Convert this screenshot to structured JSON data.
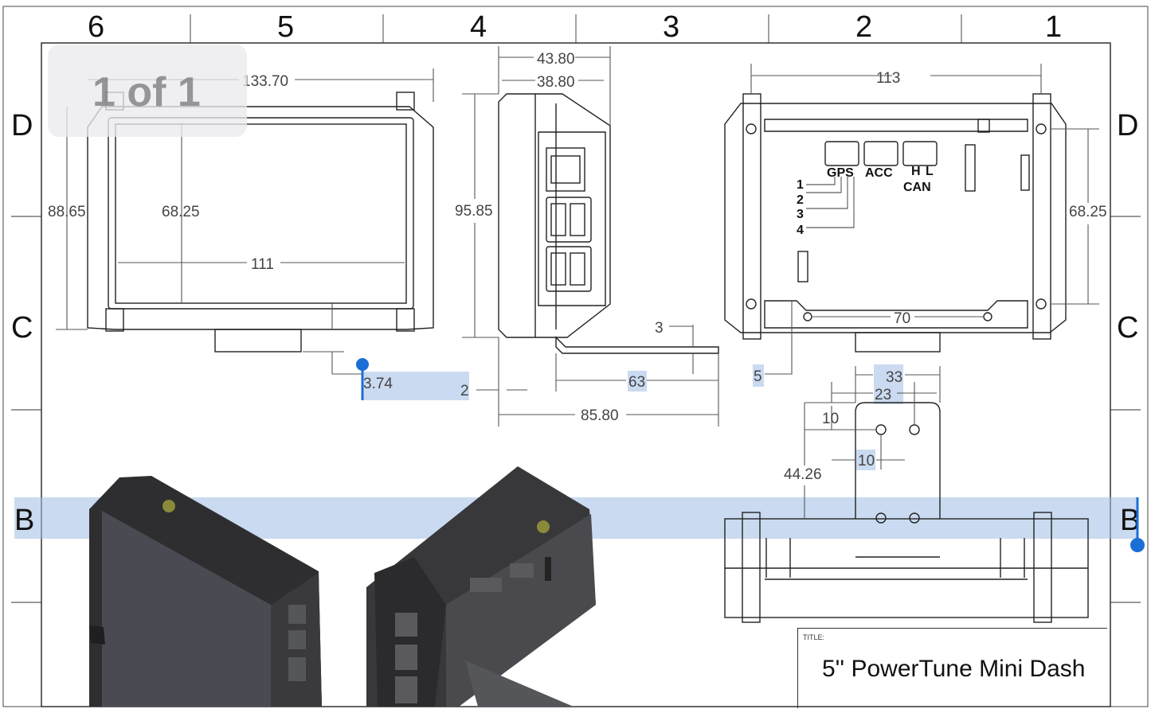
{
  "page_indicator": "1 of 1",
  "zones": {
    "columns": [
      "6",
      "5",
      "4",
      "3",
      "2",
      "1"
    ],
    "rows": [
      "D",
      "C",
      "B"
    ]
  },
  "dimensions": {
    "front_width": "133.70",
    "front_height": "88.65",
    "screen_height": "68.25",
    "screen_width": "111",
    "bracket_offset": "3.74",
    "gap_small": "2",
    "side_depth_1": "43.80",
    "side_depth_2": "38.80",
    "side_height": "95.85",
    "bracket_thickness": "3",
    "bracket_length": "63",
    "total_depth": "85.80",
    "rear_width": "113",
    "rear_height": "68.25",
    "hole_spacing": "70",
    "offset_5": "5",
    "bracket_width": "33",
    "hole_span": "23",
    "hole_edge": "10",
    "hole_pitch": "10",
    "bracket_height": "44.26"
  },
  "connector_labels": {
    "gps": "GPS",
    "acc": "ACC",
    "can": "CAN",
    "h": "H",
    "l": "L",
    "pins": [
      "1",
      "2",
      "3",
      "4"
    ]
  },
  "title_block": {
    "label": "TITLE:",
    "value": "5'' PowerTune Mini Dash"
  },
  "colors": {
    "selection": "#9fbce3",
    "handle": "#1a6fd6",
    "render_body": "#3b3b3e"
  }
}
